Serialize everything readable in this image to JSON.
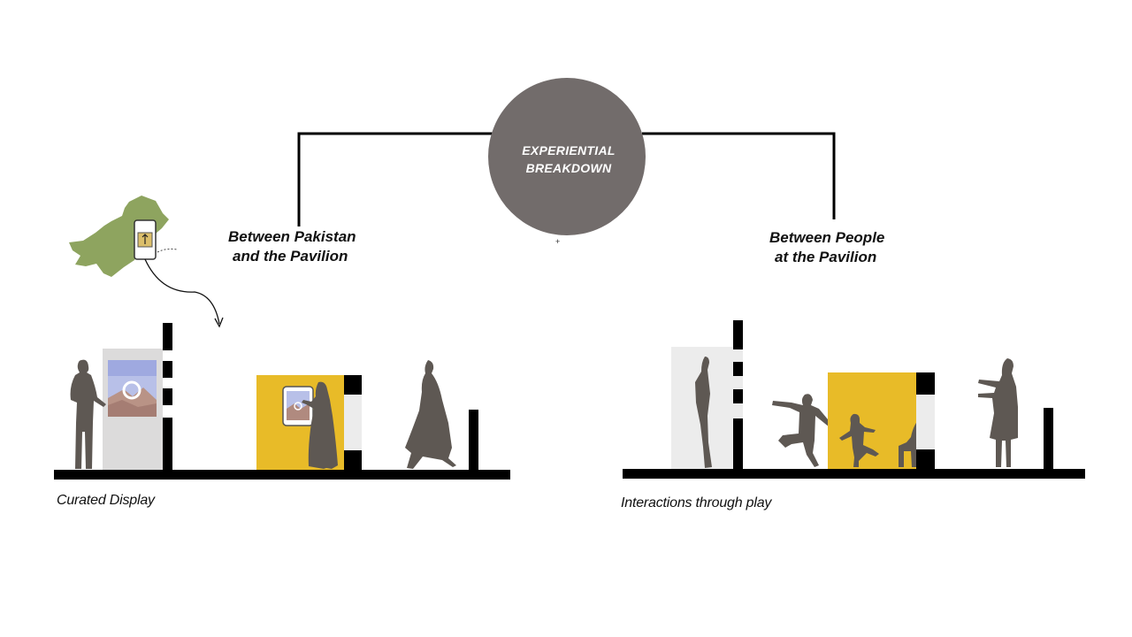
{
  "hub": {
    "title_line1": "EXPERIENTIAL",
    "title_line2": "BREAKDOWN",
    "color": "#726c6b"
  },
  "branches": [
    {
      "label_line1": "Between Pakistan",
      "label_line2": "and the Pavilion",
      "caption": "Curated Display"
    },
    {
      "label_line1": "Between People",
      "label_line2": "at the Pavilion",
      "caption": "Interactions through play"
    }
  ],
  "marker": "+",
  "colors": {
    "ground": "#000000",
    "silhouette": "#5e5853",
    "yellow_panel": "#e8bb28",
    "grey_panel": "#dcdbdb",
    "light_panel": "#ececec",
    "map_green": "#8ea45f"
  }
}
